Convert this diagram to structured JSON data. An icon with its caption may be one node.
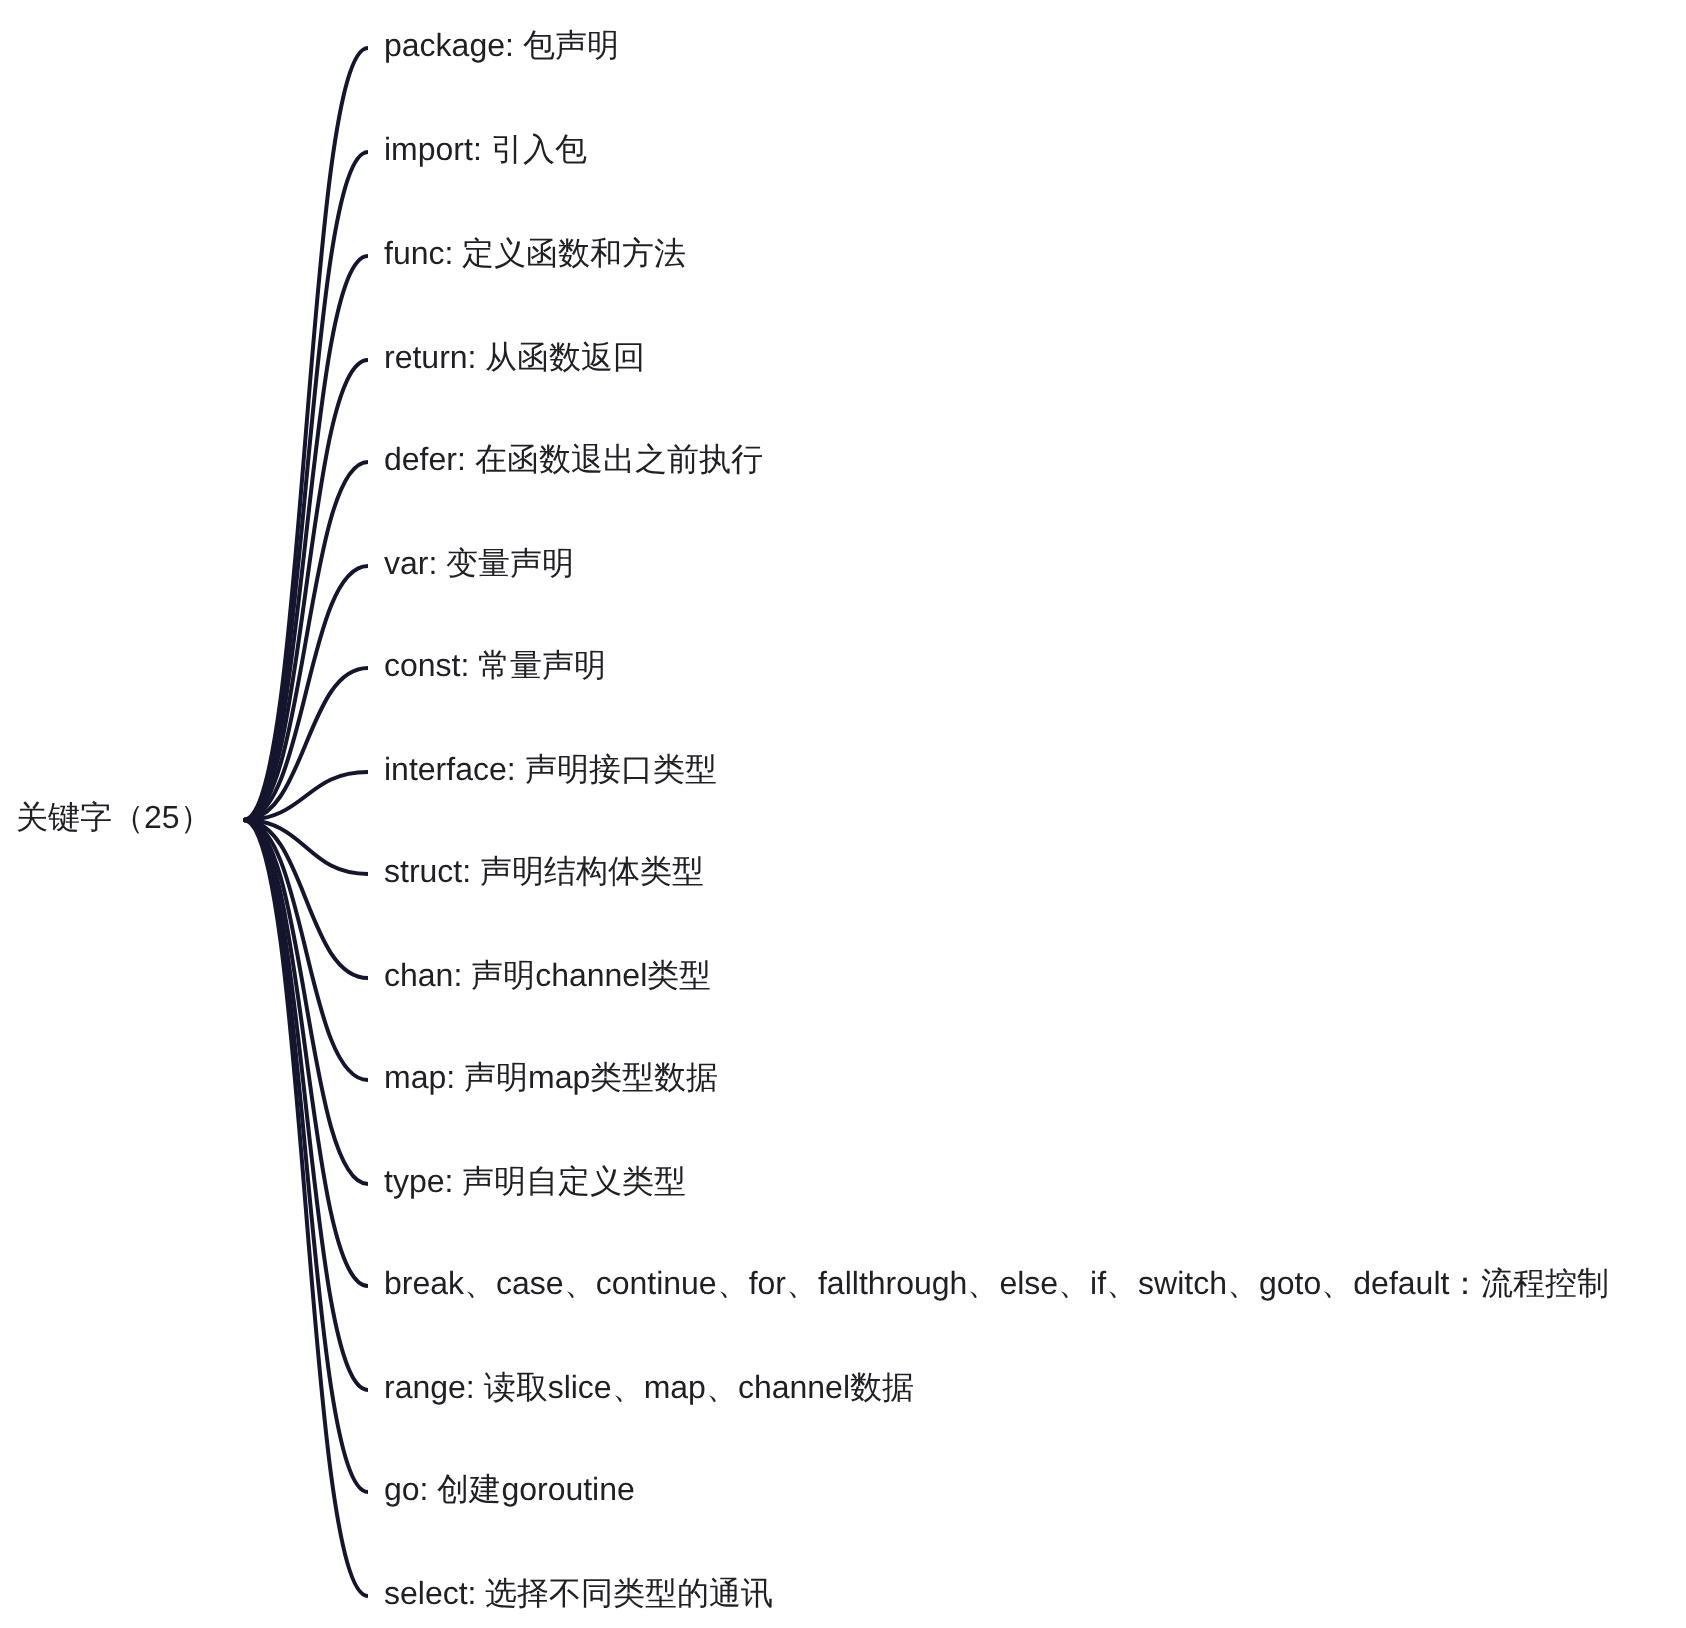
{
  "diagram": {
    "nodes": [
      {
        "text": [
          "关键字（25）"
        ]
      },
      {
        "text": [
          "package: 包声明"
        ]
      },
      {
        "text": [
          "import: 引入包"
        ]
      },
      {
        "text": [
          "func: 定义函数和方法"
        ]
      },
      {
        "text": [
          "return: 从函数返回"
        ]
      },
      {
        "text": [
          "defer: 在函数退出之前执行"
        ]
      },
      {
        "text": [
          "var: 变量声明"
        ]
      },
      {
        "text": [
          "const: 常量声明"
        ]
      },
      {
        "text": [
          "interface: 声明接口类型"
        ]
      },
      {
        "text": [
          "struct: 声明结构体类型"
        ]
      },
      {
        "text": [
          "chan: 声明channel类型"
        ]
      },
      {
        "text": [
          "map: 声明map类型数据"
        ]
      },
      {
        "text": [
          "type: 声明自定义类型"
        ]
      },
      {
        "text": [
          "break、case、continue、for、fallthrough、else、if、switch、goto、default：流程控制"
        ]
      },
      {
        "text": [
          "range: 读取slice、map、channel数据"
        ]
      },
      {
        "text": [
          "go: 创建goroutine"
        ]
      },
      {
        "text": [
          "select: 选择不同类型的通讯"
        ]
      }
    ],
    "edges": [
      {
        "from": 0,
        "to": 1,
        "arrow": "none"
      },
      {
        "from": 0,
        "to": 2,
        "arrow": "none"
      },
      {
        "from": 0,
        "to": 3,
        "arrow": "none"
      },
      {
        "from": 0,
        "to": 4,
        "arrow": "none"
      },
      {
        "from": 0,
        "to": 5,
        "arrow": "none"
      },
      {
        "from": 0,
        "to": 6,
        "arrow": "none"
      },
      {
        "from": 0,
        "to": 7,
        "arrow": "none"
      },
      {
        "from": 0,
        "to": 8,
        "arrow": "none"
      },
      {
        "from": 0,
        "to": 9,
        "arrow": "none"
      },
      {
        "from": 0,
        "to": 10,
        "arrow": "none"
      },
      {
        "from": 0,
        "to": 11,
        "arrow": "none"
      },
      {
        "from": 0,
        "to": 12,
        "arrow": "none"
      },
      {
        "from": 0,
        "to": 13,
        "arrow": "none"
      },
      {
        "from": 0,
        "to": 14,
        "arrow": "none"
      },
      {
        "from": 0,
        "to": 15,
        "arrow": "none"
      },
      {
        "from": 0,
        "to": 16,
        "arrow": "none"
      }
    ]
  }
}
